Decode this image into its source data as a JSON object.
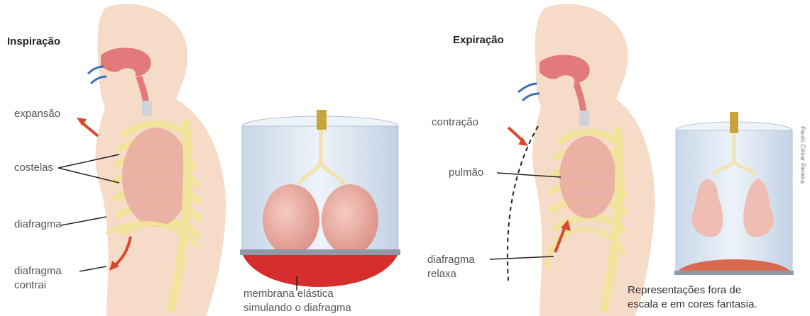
{
  "panels": {
    "inspiration": {
      "title": "Inspiração",
      "labels": {
        "expansion": "expansão",
        "ribs": "costelas",
        "diaphragm": "diafragma",
        "diaphragm_action_1": "diafragma",
        "diaphragm_action_2": "contrai"
      }
    },
    "jar_inspiration": {
      "caption_1": "membrana elástica",
      "caption_2": "simulando o diafragma"
    },
    "expiration": {
      "title": "Expiração",
      "labels": {
        "contraction": "contração",
        "lung": "pulmão",
        "diaphragm_action_1": "diafragma",
        "diaphragm_action_2": "relaxa"
      }
    }
  },
  "credit": "Paulo César Pereira",
  "note": {
    "line_1": "Representações fora de",
    "line_2": "escala e em cores fantasia."
  },
  "colors": {
    "skin": "#f6dcc8",
    "lung": "#e9a9a0",
    "rib": "#f2e39a",
    "membrane": "#d62d2d",
    "jar": "#dbe6f2",
    "arrow": "#d9472c",
    "air": "#3a6fb4"
  }
}
